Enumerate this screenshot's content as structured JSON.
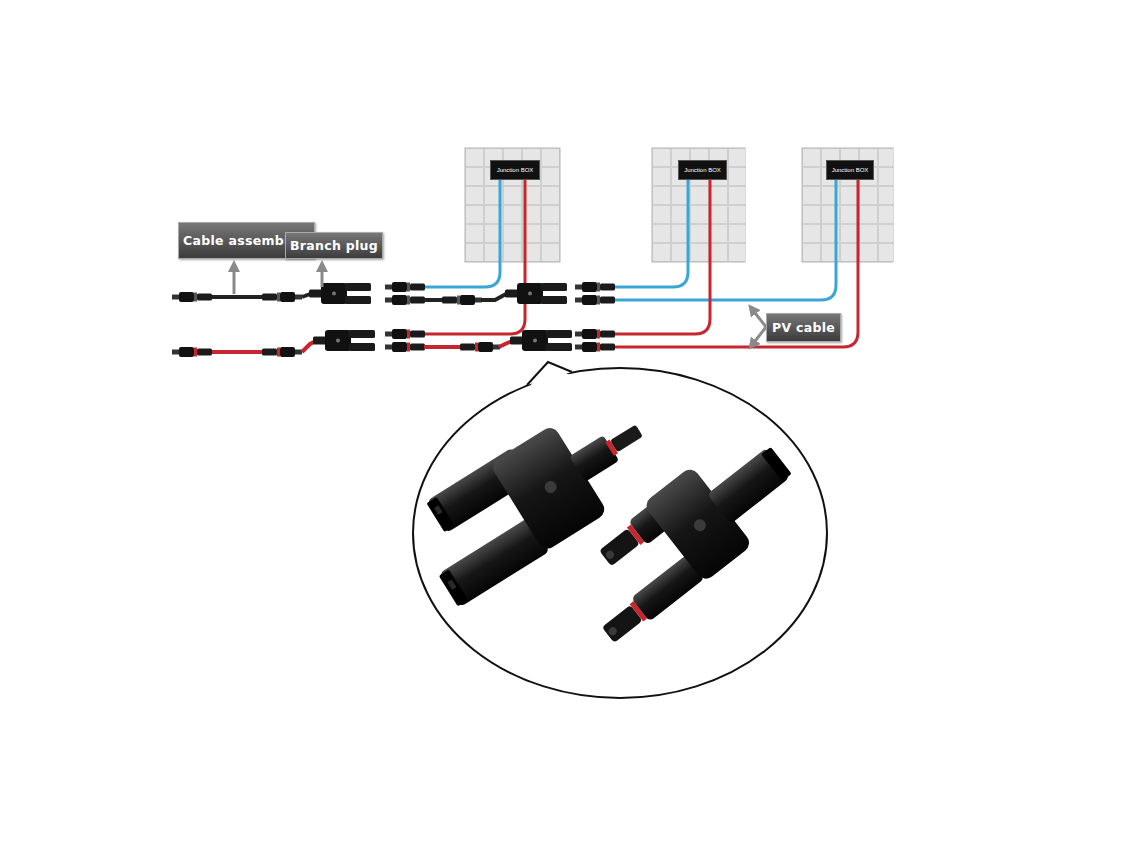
{
  "diagram": {
    "nodes": [
      {
        "text": [
          "Junction BOX"
        ]
      },
      {
        "text": [
          "Junction BOX"
        ]
      },
      {
        "text": [
          "Junction BOX"
        ]
      },
      {
        "text": [
          "Cable assemblies"
        ]
      },
      {
        "text": [
          "Branch plug"
        ]
      },
      {
        "text": [
          "PV cable"
        ]
      }
    ]
  }
}
